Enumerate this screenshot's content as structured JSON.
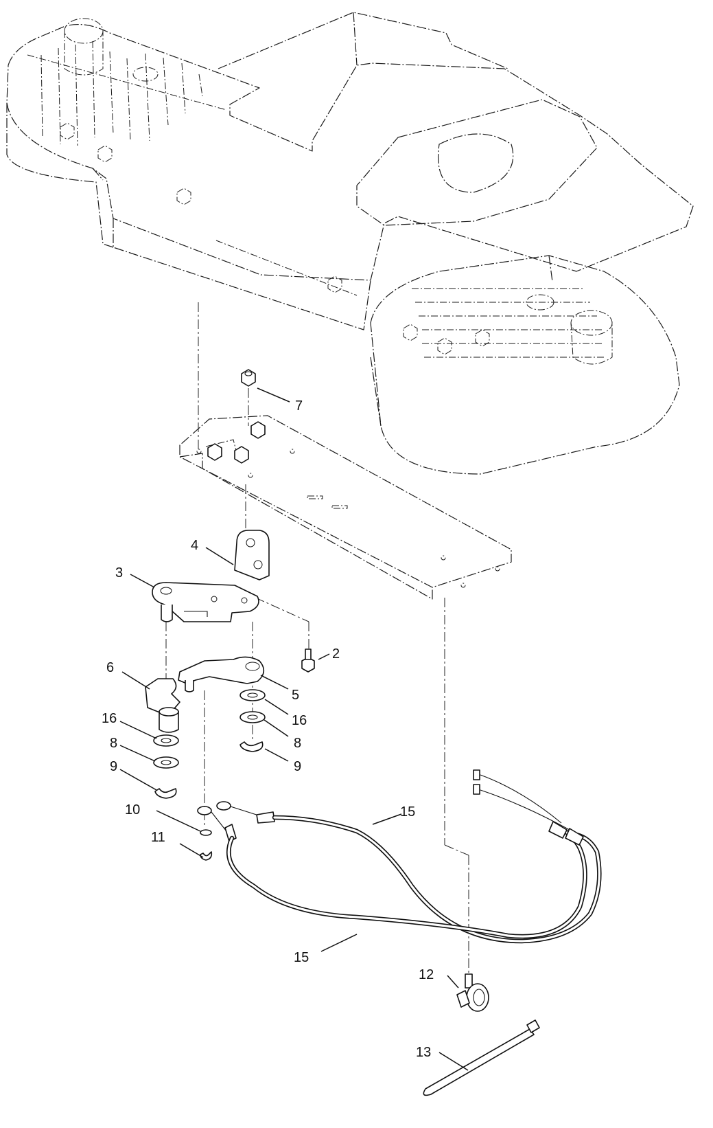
{
  "callouts": {
    "c2": "2",
    "c3": "3",
    "c4": "4",
    "c5": "5",
    "c6": "6",
    "c7": "7",
    "c8a": "8",
    "c8b": "8",
    "c9a": "9",
    "c9b": "9",
    "c10": "10",
    "c11": "11",
    "c12": "12",
    "c13": "13",
    "c15a": "15",
    "c15b": "15",
    "c16a": "16",
    "c16b": "16"
  }
}
